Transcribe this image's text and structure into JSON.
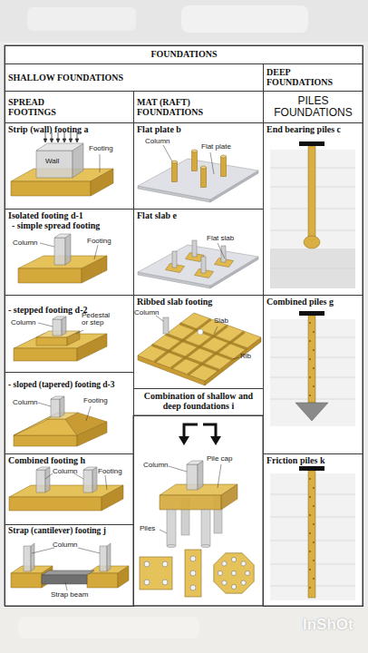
{
  "diagram": {
    "nodes": [
      {
        "text": [
          "FOUNDATIONS"
        ]
      },
      {
        "text": [
          "SHALLOW FOUNDATIONS"
        ]
      },
      {
        "text": [
          "DEEP FOUNDATIONS"
        ]
      },
      {
        "text": [
          "SPREAD FOOTINGS"
        ]
      },
      {
        "text": [
          "MAT (RAFT) FOUNDATIONS"
        ]
      },
      {
        "text": [
          "PILES FOUNDATIONS"
        ]
      },
      {
        "text": [
          "Strip (wall) footing a"
        ]
      },
      {
        "text": [
          "Flat plate b"
        ]
      },
      {
        "text": [
          "End bearing piles c"
        ]
      },
      {
        "text": [
          "Isolated footing d-1",
          "- simple spread footing"
        ]
      },
      {
        "text": [
          "Flat slab e"
        ]
      },
      {
        "text": [
          "- stepped footing d-2"
        ]
      },
      {
        "text": [
          "Ribbed slab footing"
        ]
      },
      {
        "text": [
          "Combined piles g"
        ]
      },
      {
        "text": [
          "- sloped (tapered) footing d-3"
        ]
      },
      {
        "text": [
          "Combination of shallow and deep foundations i"
        ]
      },
      {
        "text": [
          "Combined footing h"
        ]
      },
      {
        "text": [
          "Friction piles k"
        ]
      },
      {
        "text": [
          "Strap (cantilever) footing j"
        ]
      }
    ],
    "labels": [
      "Wall",
      "Footing",
      "Column",
      "Flat plate",
      "Column",
      "Footing",
      "Flat slab",
      "Column",
      "Pedestal or step",
      "Column",
      "Slab",
      "Rib",
      "Column",
      "Footing",
      "Column",
      "Pile cap",
      "Piles",
      "Column",
      "Footing",
      "Column",
      "Strap beam",
      "InShOt"
    ]
  }
}
